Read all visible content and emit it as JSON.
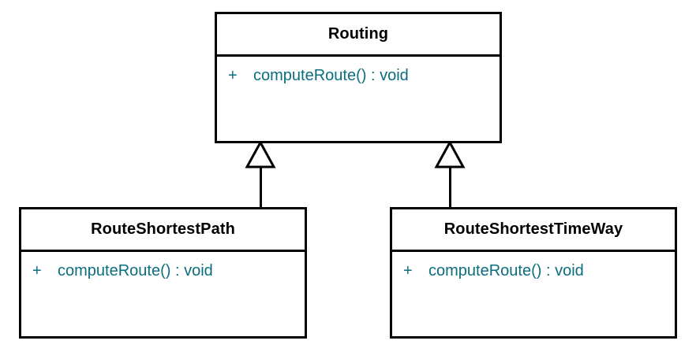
{
  "diagram": {
    "type": "uml-class-diagram",
    "background_color": "#ffffff",
    "border_color": "#000000",
    "member_text_color": "#0b6e7f",
    "title_text_color": "#000000"
  },
  "classes": [
    {
      "id": "routing",
      "name": "Routing",
      "members": [
        {
          "visibility": "+",
          "signature": "computeRoute() : void"
        }
      ]
    },
    {
      "id": "route-shortest-path",
      "name": "RouteShortestPath",
      "members": [
        {
          "visibility": "+",
          "signature": "computeRoute() : void"
        }
      ]
    },
    {
      "id": "route-shortest-time-way",
      "name": "RouteShortestTimeWay",
      "members": [
        {
          "visibility": "+",
          "signature": "computeRoute() : void"
        }
      ]
    }
  ],
  "relationships": [
    {
      "type": "generalization",
      "from": "route-shortest-path",
      "to": "routing"
    },
    {
      "type": "generalization",
      "from": "route-shortest-time-way",
      "to": "routing"
    }
  ]
}
